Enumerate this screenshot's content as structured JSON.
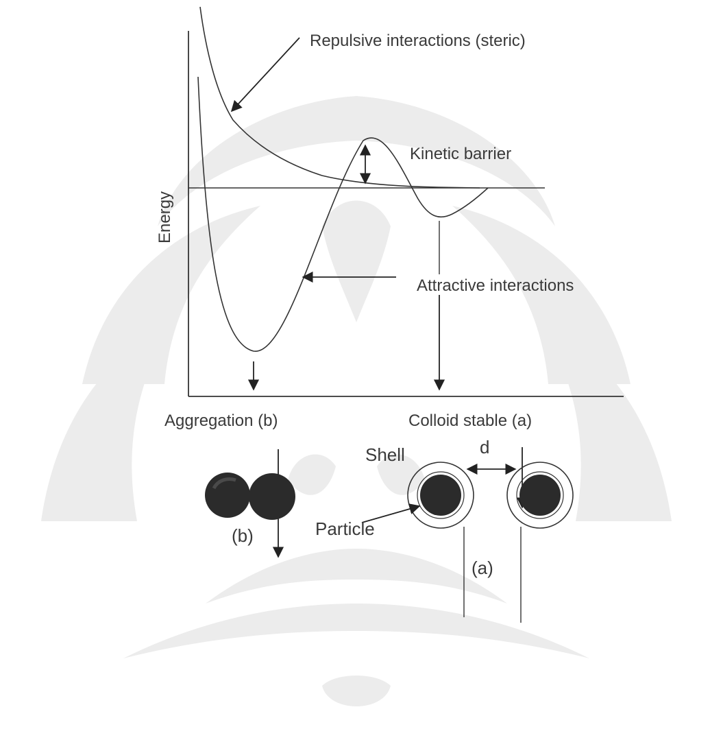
{
  "labels": {
    "repulsive": "Repulsive interactions (steric)",
    "kinetic": "Kinetic barrier",
    "energy": "Energy",
    "attractive": "Attractive interactions",
    "aggregation": "Aggregation (b)",
    "colloid": "Colloid stable (a)",
    "shell": "Shell",
    "d": "d",
    "particle": "Particle",
    "b": "(b)",
    "a": "(a)"
  },
  "colors": {
    "line": "#333333",
    "particle": "#2b2b2b",
    "watermark": "#ececec",
    "text": "#3a3a3a"
  }
}
